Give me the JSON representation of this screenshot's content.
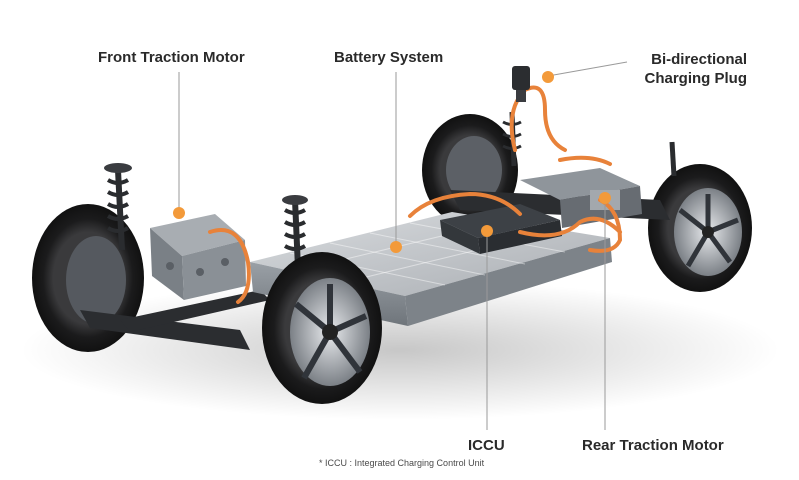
{
  "labels": {
    "front_traction_motor": "Front Traction Motor",
    "battery_system": "Battery System",
    "bidirectional_line1": "Bi-directional",
    "bidirectional_line2": "Charging Plug",
    "iccu": "ICCU",
    "rear_traction_motor": "Rear Traction Motor"
  },
  "footnote": "* ICCU : Integrated Charging Control Unit",
  "colors": {
    "marker": "#f39a3a",
    "leader_line": "#9a9a9a",
    "text": "#2a2a2a",
    "cable": "#e8823a"
  },
  "icons": [
    "orange-dot-marker",
    "wheel",
    "suspension-strut",
    "battery-pack"
  ]
}
